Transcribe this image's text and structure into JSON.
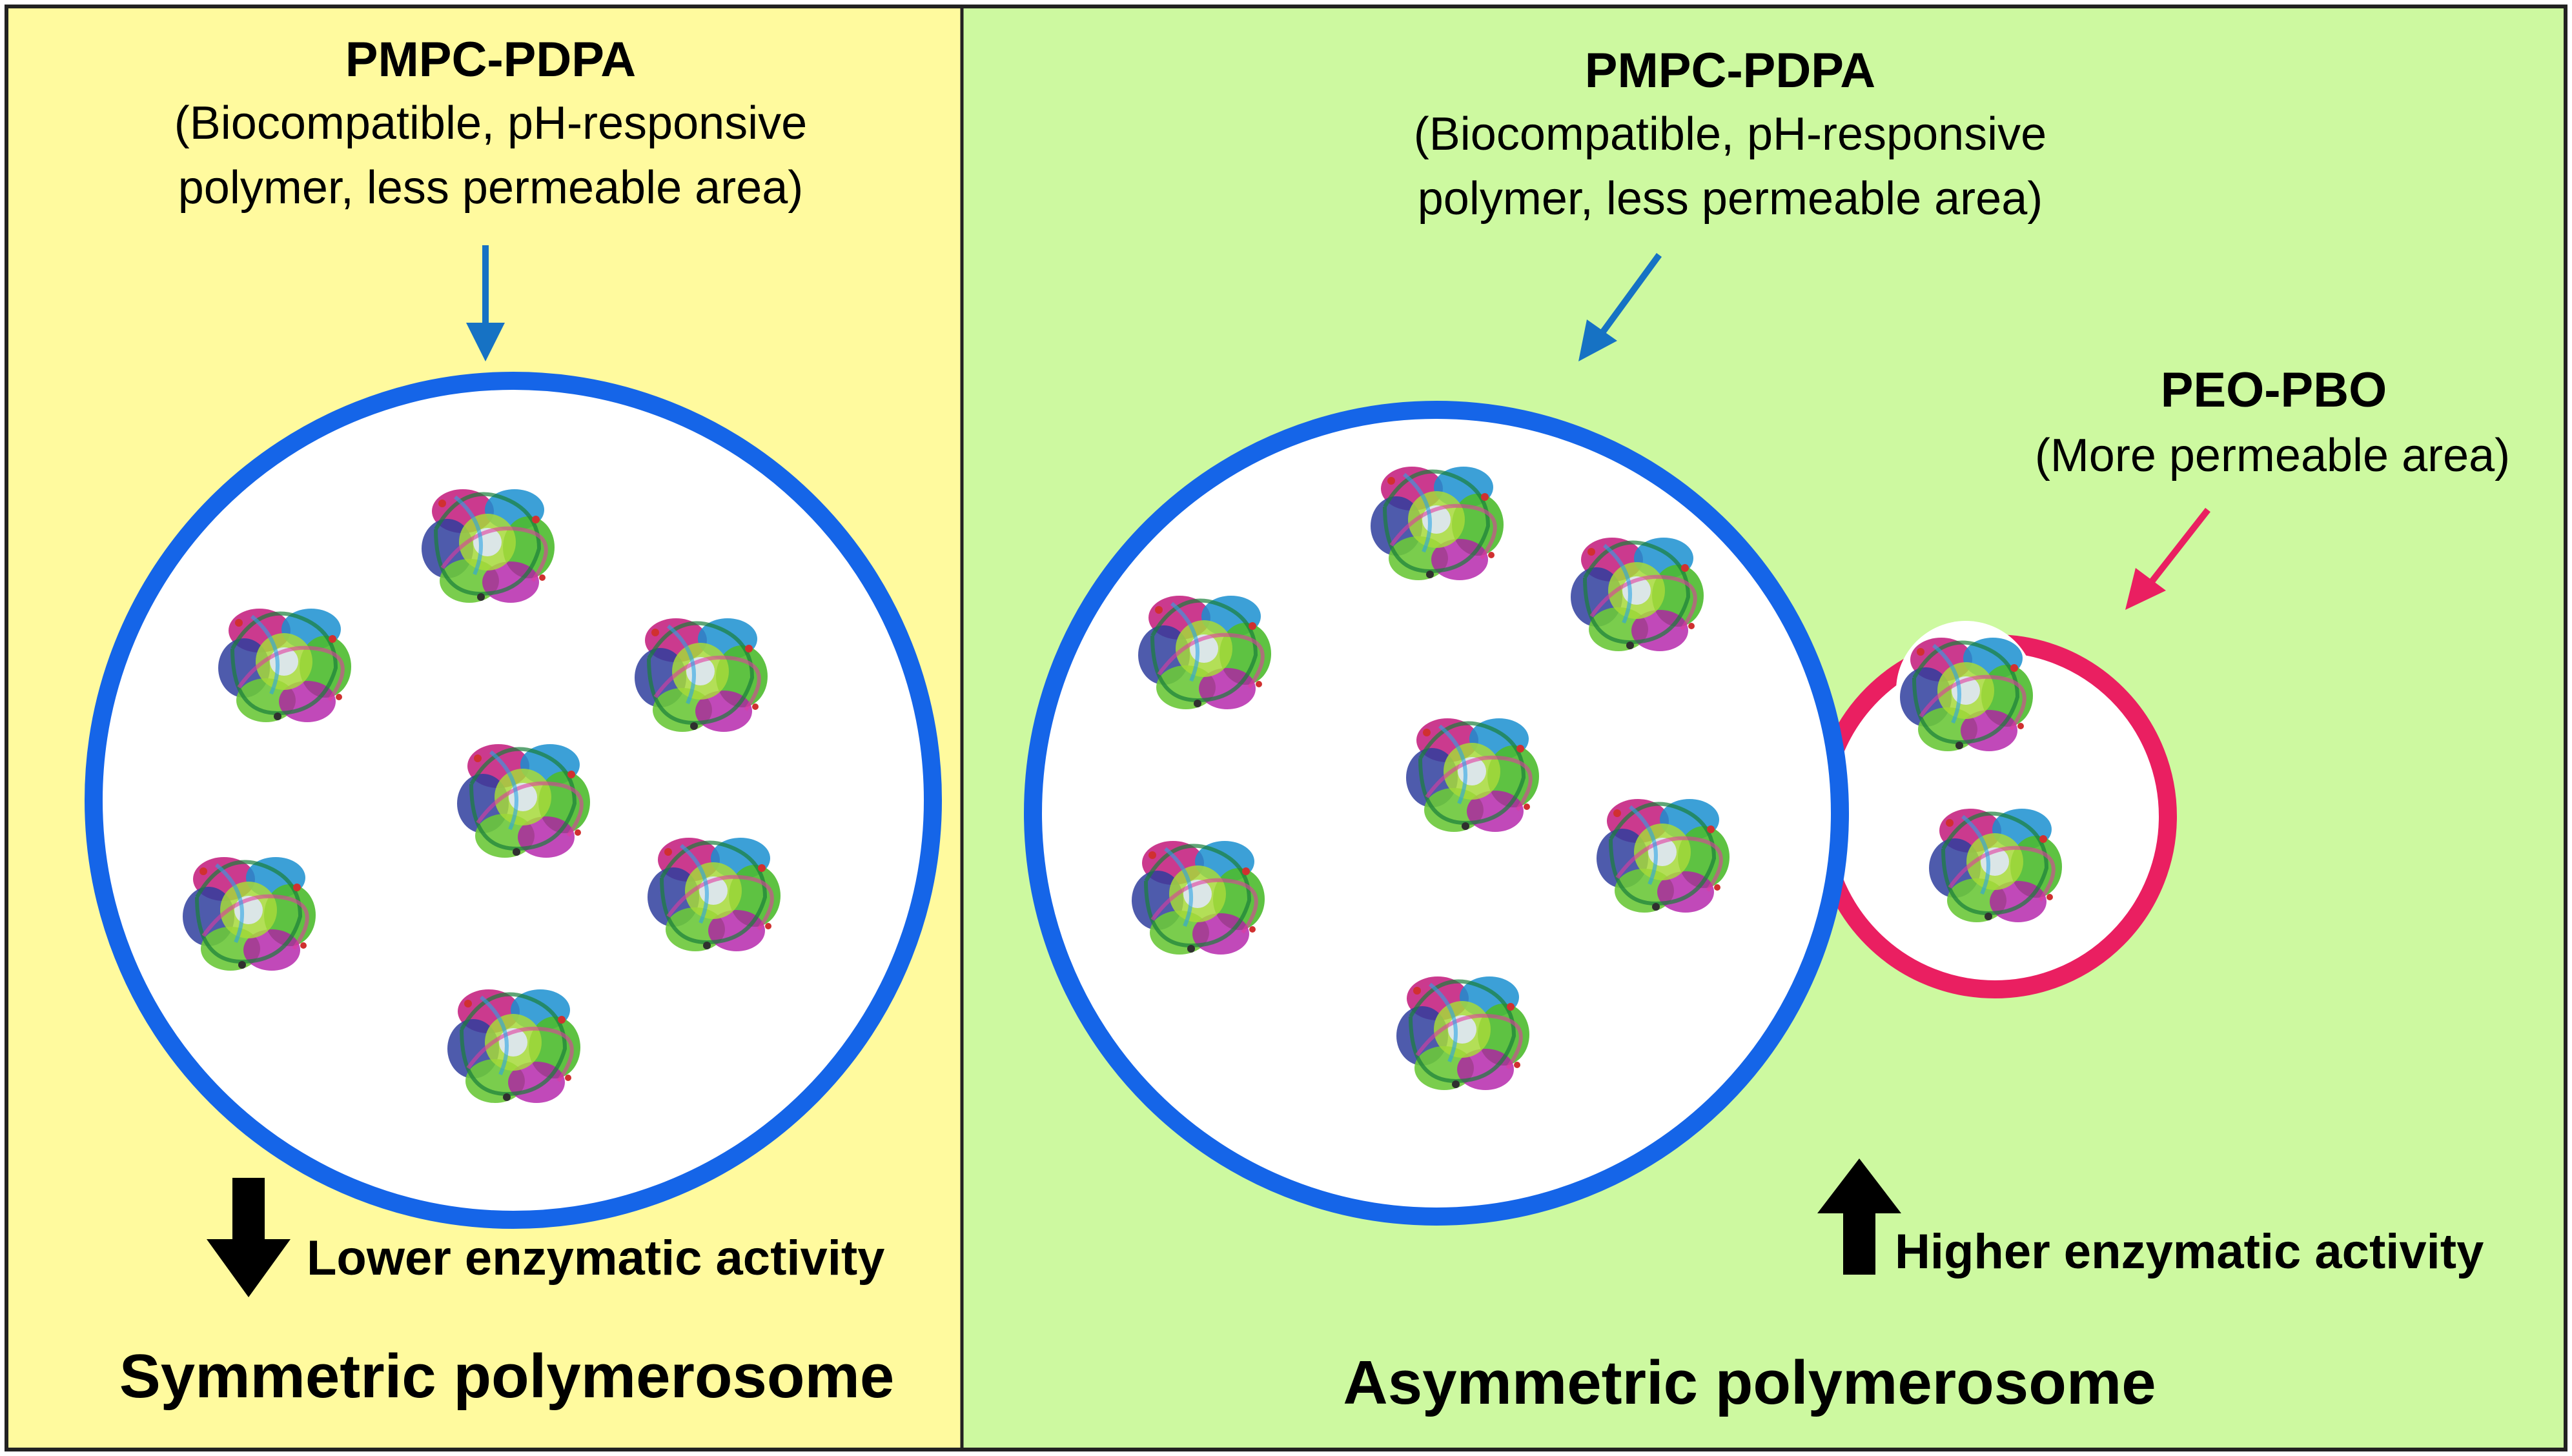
{
  "left_panel": {
    "background": "#fffa9e",
    "label_title": "PMPC-PDPA",
    "label_line1": "(Biocompatible, pH-responsive",
    "label_line2": "polymer, less permeable area)",
    "activity_text": "Lower enzymatic activity",
    "activity_direction": "down",
    "caption": "Symmetric polymerosome",
    "membrane_color": "#1565e8",
    "enzyme_count": 7
  },
  "right_panel": {
    "background": "#cdf9a0",
    "label_title": "PMPC-PDPA",
    "label_line1": "(Biocompatible, pH-responsive",
    "label_line2": "polymer, less permeable area)",
    "second_label_title": "PEO-PBO",
    "second_label_line1": "(More permeable area)",
    "activity_text": "Higher enzymatic activity",
    "activity_direction": "up",
    "caption": "Asymmetric polymerosome",
    "membrane_color": "#1565e8",
    "second_membrane_color": "#ea1f61",
    "enzyme_count_large": 7,
    "enzyme_count_small": 2
  },
  "colors": {
    "arrow_blue": "#1672c4",
    "arrow_pink": "#ea1f61",
    "border": "#222222"
  },
  "icons": {
    "enzyme": "enzyme-protein-icon",
    "activity_arrow": "block-arrow-icon"
  }
}
